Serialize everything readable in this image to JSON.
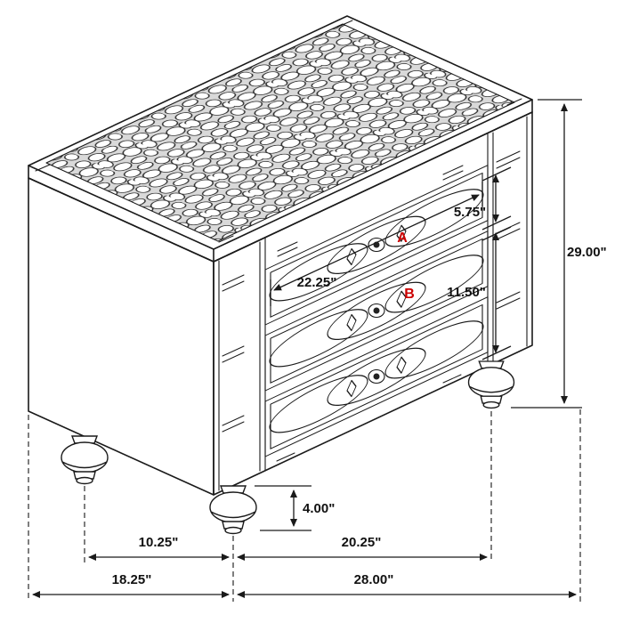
{
  "diagram": {
    "colors": {
      "line": "#1a1a1a",
      "accent": "#cc0000",
      "background": "#ffffff"
    },
    "markers": {
      "a": "A",
      "b": "B"
    },
    "dimensions": {
      "overall_height": "29.00\"",
      "top_drawer_height": "5.75\"",
      "lower_drawers_height": "11.50\"",
      "drawer_width": "22.25\"",
      "foot_height": "4.00\"",
      "side_foot_spacing": "10.25\"",
      "front_foot_spacing": "20.25\"",
      "overall_depth": "18.25\"",
      "overall_width": "28.00\""
    }
  }
}
